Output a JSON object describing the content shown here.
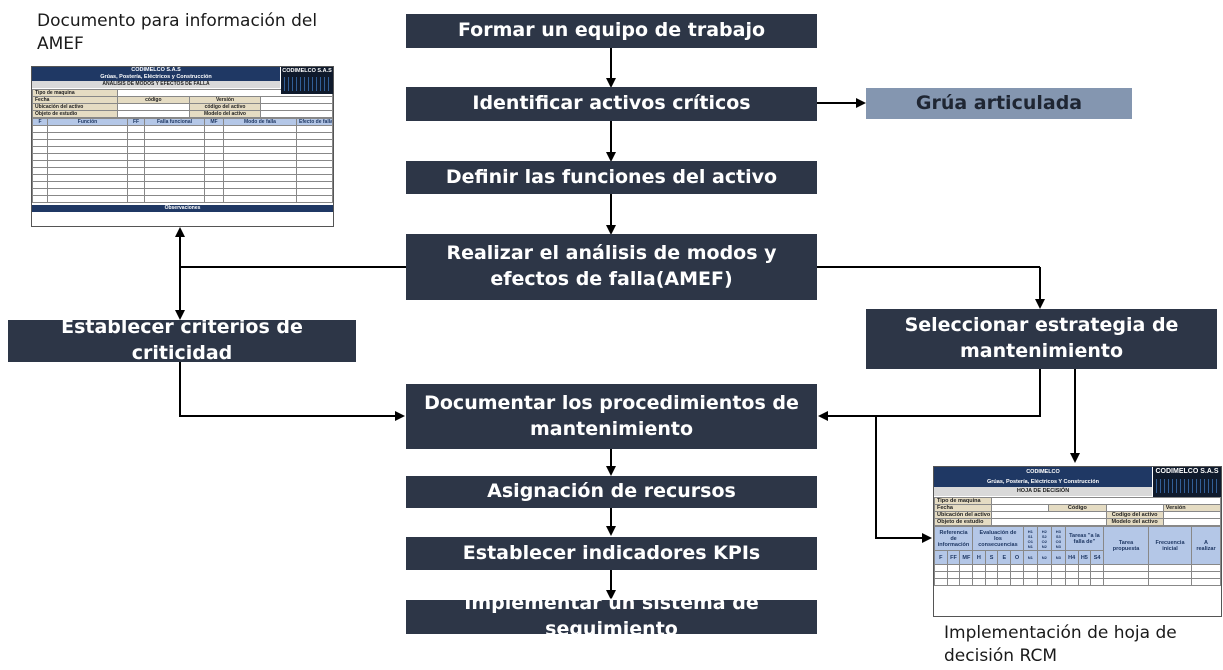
{
  "steps": {
    "formar": "Formar un equipo de trabajo",
    "identificar": "Identificar activos críticos",
    "grua": "Grúa articulada",
    "definir": "Definir las funciones del activo",
    "amef": "Realizar el análisis de modos y efectos de falla(AMEF)",
    "criterios": "Establecer criterios de criticidad",
    "estrategia": "Seleccionar estrategia de mantenimiento",
    "documentar": "Documentar los procedimientos de mantenimiento",
    "asignacion": "Asignación de recursos",
    "kpis": "Establecer indicadores KPIs",
    "implementar": "Implementar un sistema de seguimiento"
  },
  "captions": {
    "amef_doc": "Documento para información del AMEF",
    "rcm_doc": "Implementación de hoja de decisión RCM"
  },
  "amef_doc": {
    "company": "CODIMELCO S.A.S",
    "subtitle": "Grúas, Postería, Eléctricos y Construcción",
    "title": "ANÁLISIS DE MODOS Y EFECTOS DE FALLA",
    "logo": "CODIMELCO S.A.S",
    "fields": {
      "tipo": "Tipo de maquina",
      "fecha": "Fecha",
      "codigo": "código",
      "version": "Versión",
      "ubicacion": "Ubicación del activo",
      "codigo_activo": "código del activo",
      "objeto": "Objeto de estudio",
      "modelo": "Modelo del activo"
    },
    "columns": [
      "F",
      "Función",
      "FF",
      "Falla funcional",
      "MF",
      "Modo de falla",
      "Efecto de fallas"
    ],
    "observaciones": "Observaciones"
  },
  "rcm_doc": {
    "company": "CODIMELCO",
    "subtitle": "Grúas, Postería, Eléctricos Y Construcción",
    "title": "HOJA DE DECISIÓN",
    "logo": "CODIMELCO S.A.S",
    "fields": {
      "tipo": "Tipo de maquina",
      "fecha": "Fecha",
      "codigo": "Código",
      "version": "Versión",
      "ubicacion": "Ubicación del activo",
      "codigo_activo": "Codigo del activo",
      "objeto": "Objeto de estudio",
      "modelo": "Modelo del activo"
    },
    "headers": {
      "referencia": "Referencia de información",
      "evaluacion": "Evaluación de los consecuencias",
      "h1": "H1 S1 O1 N1",
      "h2": "H2 S2 O2 N2",
      "h3": "H3 S3 O3 N3",
      "tareas": "Tareas \"a la falla de\"",
      "tarea_propuesta": "Tarea propuesta",
      "frecuencia": "Frecuencia inicial",
      "realizar": "A realizar"
    },
    "subheaders": [
      "F",
      "FF",
      "MF",
      "H",
      "S",
      "E",
      "O",
      "N1",
      "N2",
      "N3",
      "H4",
      "H5",
      "S4"
    ]
  }
}
